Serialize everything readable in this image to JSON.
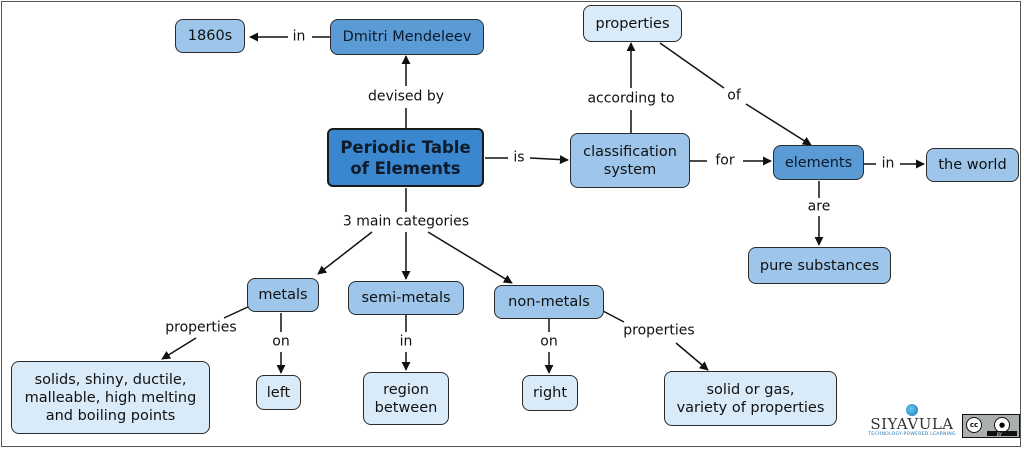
{
  "nodes": {
    "main": "Periodic Table\nof Elements",
    "mendeleev": "Dmitri Mendeleev",
    "year": "1860s",
    "classification": "classification\nsystem",
    "properties_top": "properties",
    "elements": "elements",
    "world": "the world",
    "pure": "pure substances",
    "metals": "metals",
    "semimetals": "semi-metals",
    "nonmetals": "non-metals",
    "solids": "solids, shiny, ductile,\nmalleable, high melting\nand boiling points",
    "left": "left",
    "region": "region\nbetween",
    "right": "right",
    "solidgas": "solid or gas,\nvariety of properties"
  },
  "links": {
    "devised_by": "devised by",
    "in_mendeleev": "in",
    "is": "is",
    "according_to": "according to",
    "of": "of",
    "for": "for",
    "in_world": "in",
    "are": "are",
    "categories": "3 main categories",
    "properties_metals": "properties",
    "on_left": "on",
    "in_region": "in",
    "on_right": "on",
    "properties_nonmetals": "properties"
  },
  "logo": {
    "name": "SIYAVULA",
    "tagline": "TECHNOLOGY-POWERED LEARNING",
    "license_cc": "cc",
    "license_by": "BY"
  }
}
